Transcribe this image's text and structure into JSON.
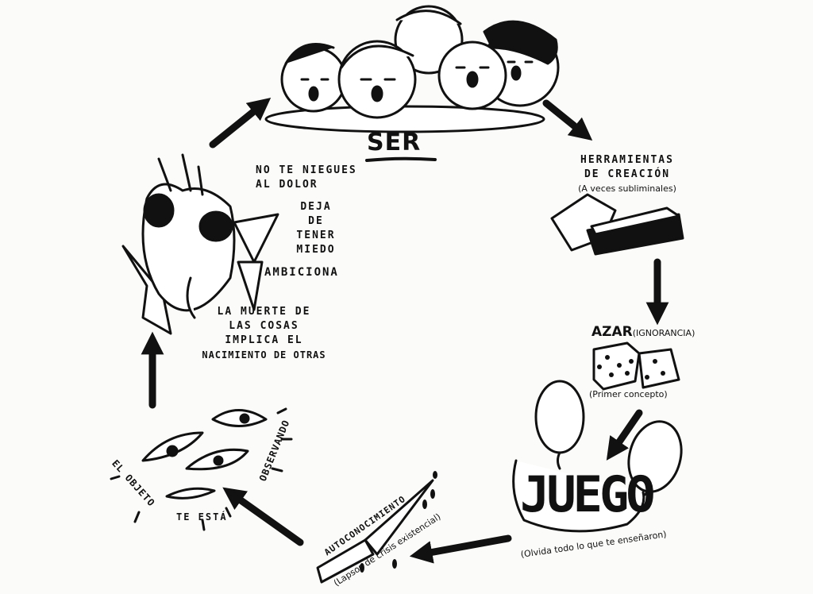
{
  "title": "SER",
  "stages": {
    "herramientas": {
      "title_line1": "HERRAMIENTAS",
      "title_line2": "DE CREACIÓN",
      "note": "(A veces subliminales)"
    },
    "azar": {
      "title": "AZAR",
      "aside": "(IGNORANCIA)",
      "note": "(Primer concepto)"
    },
    "juego": {
      "title": "JUEGO",
      "note": "(Olvida todo lo que te enseñaron)"
    },
    "autoconocimiento": {
      "title": "AUTOCONOCIMIENTO",
      "note": "(Lapsos de crisis existencial)"
    },
    "objeto": {
      "part1": "EL OBJETO",
      "part2": "TE ESTÁ",
      "part3": "OBSERVANDO"
    }
  },
  "heart_texts": {
    "line1": "NO TE NIEGUES",
    "line2": "AL DOLOR",
    "deja": [
      "DEJA",
      "DE",
      "TENER",
      "MIEDO"
    ],
    "ambiciona": "AMBICIONA",
    "muerte": [
      "LA MUERTE DE",
      "LAS COSAS",
      "IMPLICA EL",
      "NACIMIENTO DE OTRAS"
    ]
  },
  "colors": {
    "ink": "#111111",
    "paper": "#fbfbf9"
  }
}
